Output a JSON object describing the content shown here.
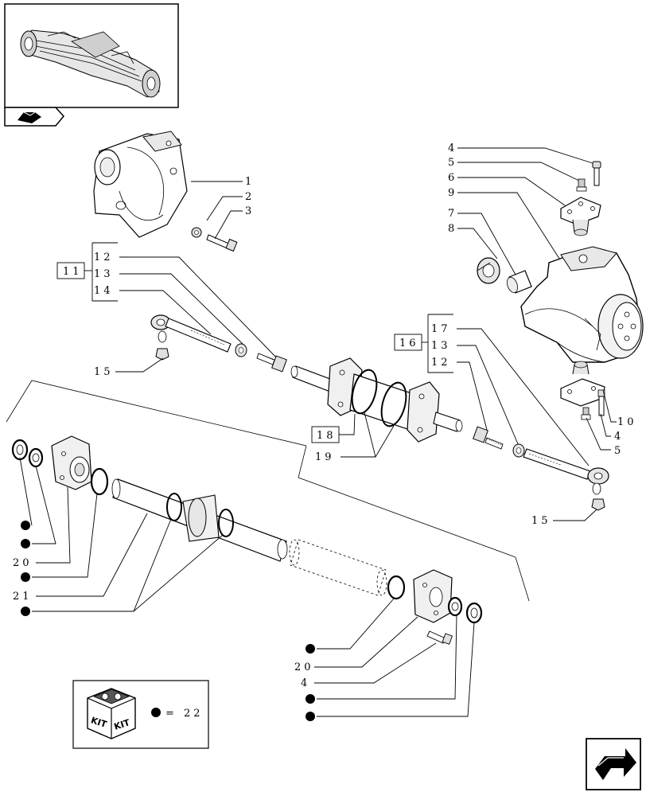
{
  "labels": {
    "l1": "1",
    "l2": "2",
    "l3": "3",
    "l4a": "4",
    "l5a": "5",
    "l6": "6",
    "l9": "9",
    "l7": "7",
    "l8": "8",
    "l11": "11",
    "l12a": "12",
    "l13a": "13",
    "l14": "14",
    "l15a": "15",
    "l16": "16",
    "l17": "17",
    "l13b": "13",
    "l12b": "12",
    "l18": "18",
    "l19": "19",
    "l10": "10",
    "l4b": "4",
    "l5b": "5",
    "l15b": "15",
    "l20a": "20",
    "l21": "21",
    "l20b": "20",
    "l4c": "4"
  },
  "kit": {
    "equals_text": "= 22",
    "kit_word_1": "KIT",
    "kit_word_2": "KIT"
  }
}
